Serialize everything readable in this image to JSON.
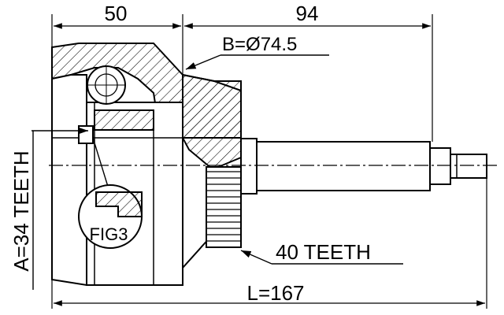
{
  "drawing": {
    "dim_top_left": "50",
    "dim_top_right": "94",
    "dim_bottom_total": "L=167",
    "diameter_callout": "B=Ø74.5",
    "splines_outer_label": "40 TEETH",
    "splines_inner_label": "A=34 TEETH",
    "fig_reference": "FIG3"
  },
  "colors": {
    "line": "#000000",
    "background": "#ffffff"
  }
}
